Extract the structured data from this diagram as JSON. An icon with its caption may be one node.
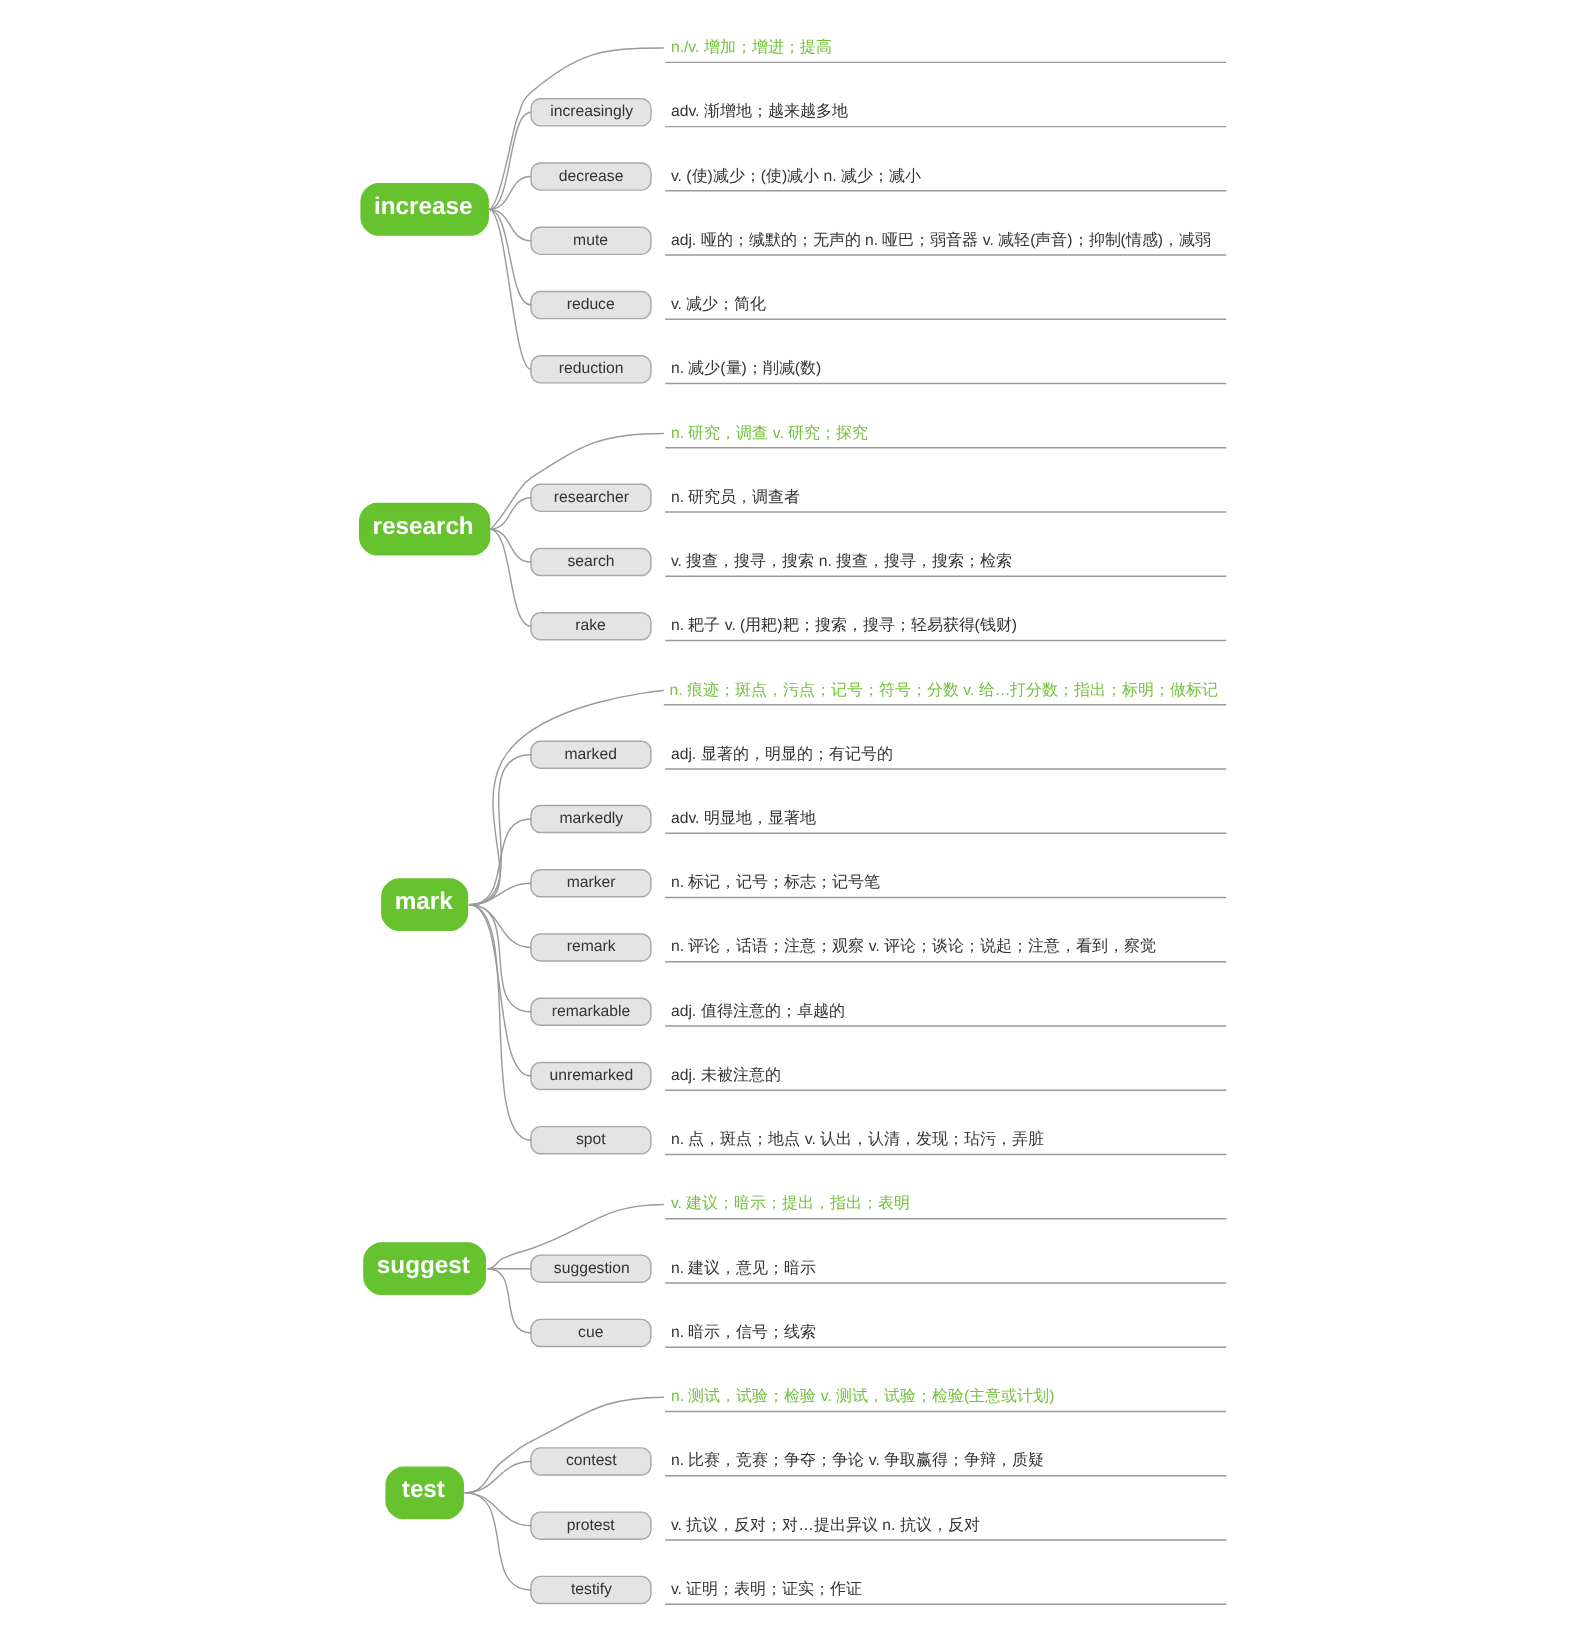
{
  "diagram": {
    "nodes": [
      {
        "text": [
          "increase"
        ]
      },
      {
        "text": [
          "n./v. 增加；增进；提高"
        ]
      },
      {
        "text": [
          "increasingly"
        ],
        "beside": [
          "adv. 渐增地；越来越多地"
        ]
      },
      {
        "text": [
          "decrease"
        ],
        "beside": [
          "v. (使)减少；(使)减小 n. 减少；减小"
        ]
      },
      {
        "text": [
          "mute"
        ],
        "beside": [
          "adj. 哑的；缄默的；无声的 n. 哑巴；弱音器 v. 减轻(声音)；抑制(情感)，减弱"
        ]
      },
      {
        "text": [
          "reduce"
        ],
        "beside": [
          "v. 减少；简化"
        ]
      },
      {
        "text": [
          "reduction"
        ],
        "beside": [
          "n. 减少(量)；削减(数)"
        ]
      },
      {
        "text": [
          "research"
        ]
      },
      {
        "text": [
          "n. 研究，调查 v. 研究；探究"
        ]
      },
      {
        "text": [
          "researcher"
        ],
        "beside": [
          "n. 研究员，调查者"
        ]
      },
      {
        "text": [
          "search"
        ],
        "beside": [
          "v. 搜查，搜寻，搜索 n. 搜查，搜寻，搜索；检索"
        ]
      },
      {
        "text": [
          "rake"
        ],
        "beside": [
          "n. 耙子 v. (用耙)耙；搜索，搜寻；轻易获得(钱财)"
        ]
      },
      {
        "text": [
          "mark"
        ]
      },
      {
        "text": [
          "n. 痕迹；斑点，污点；记号；符号；分数 v. 给…打分数；指出；标明；做标记"
        ]
      },
      {
        "text": [
          "marked"
        ],
        "beside": [
          "adj. 显著的，明显的；有记号的"
        ]
      },
      {
        "text": [
          "markedly"
        ],
        "beside": [
          "adv. 明显地，显著地"
        ]
      },
      {
        "text": [
          "marker"
        ],
        "beside": [
          "n. 标记，记号；标志；记号笔"
        ]
      },
      {
        "text": [
          "remark"
        ],
        "beside": [
          "n. 评论，话语；注意；观察 v. 评论；谈论；说起；注意，看到，察觉"
        ]
      },
      {
        "text": [
          "remarkable"
        ],
        "beside": [
          "adj. 值得注意的；卓越的"
        ]
      },
      {
        "text": [
          "unremarked"
        ],
        "beside": [
          "adj. 未被注意的"
        ]
      },
      {
        "text": [
          "spot"
        ],
        "beside": [
          "n. 点，斑点；地点 v. 认出，认清，发现；玷污，弄脏"
        ]
      },
      {
        "text": [
          "suggest"
        ]
      },
      {
        "text": [
          "v. 建议；暗示；提出，指出；表明"
        ]
      },
      {
        "text": [
          "suggestion"
        ],
        "beside": [
          "n. 建议，意见；暗示"
        ]
      },
      {
        "text": [
          "cue"
        ],
        "beside": [
          "n. 暗示，信号；线索"
        ]
      },
      {
        "text": [
          "test"
        ]
      },
      {
        "text": [
          "n. 测试，试验；检验 v. 测试，试验；检验(主意或计划)"
        ]
      },
      {
        "text": [
          "contest"
        ],
        "beside": [
          "n. 比赛，竞赛；争夺；争论 v. 争取赢得；争辩，质疑"
        ]
      },
      {
        "text": [
          "protest"
        ],
        "beside": [
          "v. 抗议，反对；对…提出异议 n. 抗议，反对"
        ]
      },
      {
        "text": [
          "testify"
        ],
        "beside": [
          "v. 证明；表明；证实；作证"
        ]
      }
    ],
    "edges": [
      {
        "from": 0,
        "to": 1,
        "arrow": "none"
      },
      {
        "from": 0,
        "to": 2,
        "arrow": "none"
      },
      {
        "from": 0,
        "to": 3,
        "arrow": "none"
      },
      {
        "from": 0,
        "to": 4,
        "arrow": "none"
      },
      {
        "from": 0,
        "to": 5,
        "arrow": "none"
      },
      {
        "from": 0,
        "to": 6,
        "arrow": "none"
      },
      {
        "from": 7,
        "to": 8,
        "arrow": "none"
      },
      {
        "from": 7,
        "to": 9,
        "arrow": "none"
      },
      {
        "from": 7,
        "to": 10,
        "arrow": "none"
      },
      {
        "from": 7,
        "to": 11,
        "arrow": "none"
      },
      {
        "from": 12,
        "to": 13,
        "arrow": "none"
      },
      {
        "from": 12,
        "to": 14,
        "arrow": "none"
      },
      {
        "from": 12,
        "to": 15,
        "arrow": "none"
      },
      {
        "from": 12,
        "to": 16,
        "arrow": "none"
      },
      {
        "from": 12,
        "to": 17,
        "arrow": "none"
      },
      {
        "from": 12,
        "to": 18,
        "arrow": "none"
      },
      {
        "from": 12,
        "to": 19,
        "arrow": "none"
      },
      {
        "from": 12,
        "to": 20,
        "arrow": "none"
      },
      {
        "from": 21,
        "to": 22,
        "arrow": "none"
      },
      {
        "from": 21,
        "to": 23,
        "arrow": "none"
      },
      {
        "from": 21,
        "to": 24,
        "arrow": "none"
      },
      {
        "from": 25,
        "to": 26,
        "arrow": "none"
      },
      {
        "from": 25,
        "to": 27,
        "arrow": "none"
      },
      {
        "from": 25,
        "to": 28,
        "arrow": "none"
      },
      {
        "from": 25,
        "to": 29,
        "arrow": "none"
      }
    ]
  }
}
